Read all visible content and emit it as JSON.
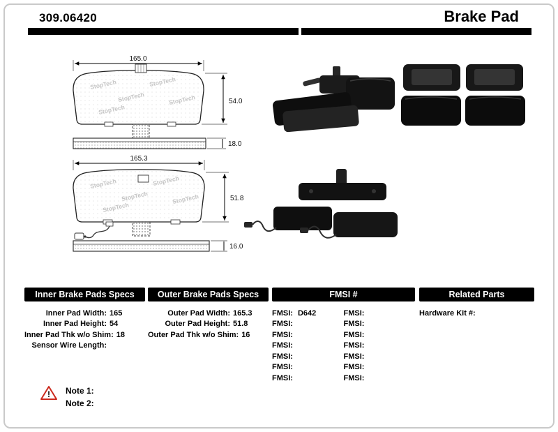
{
  "header": {
    "part_number": "309.06420",
    "product_title": "Brake Pad"
  },
  "diagrams": {
    "watermark": "StopTech",
    "inner": {
      "width": "165.0",
      "height": "54.0",
      "thickness": "18.0"
    },
    "outer": {
      "width": "165.3",
      "height": "51.8",
      "thickness": "16.0"
    }
  },
  "tables": {
    "inner": {
      "title": "Inner Brake Pads Specs",
      "rows": [
        {
          "label": "Inner Pad Width:",
          "value": "165"
        },
        {
          "label": "Inner Pad Height:",
          "value": "54"
        },
        {
          "label": "Inner Pad Thk w/o Shim:",
          "value": "18"
        },
        {
          "label": "Sensor Wire Length:",
          "value": ""
        }
      ]
    },
    "outer": {
      "title": "Outer Brake Pads Specs",
      "rows": [
        {
          "label": "Outer Pad Width:",
          "value": "165.3"
        },
        {
          "label": "Outer Pad Height:",
          "value": "51.8"
        },
        {
          "label": "Outer Pad Thk w/o Shim:",
          "value": "16"
        }
      ]
    },
    "fmsi": {
      "title": "FMSI #",
      "rows": [
        {
          "left_label": "FMSI:",
          "left_value": "D642",
          "right_label": "FMSI:",
          "right_value": ""
        },
        {
          "left_label": "FMSI:",
          "left_value": "",
          "right_label": "FMSI:",
          "right_value": ""
        },
        {
          "left_label": "FMSI:",
          "left_value": "",
          "right_label": "FMSI:",
          "right_value": ""
        },
        {
          "left_label": "FMSI:",
          "left_value": "",
          "right_label": "FMSI:",
          "right_value": ""
        },
        {
          "left_label": "FMSI:",
          "left_value": "",
          "right_label": "FMSI:",
          "right_value": ""
        },
        {
          "left_label": "FMSI:",
          "left_value": "",
          "right_label": "FMSI:",
          "right_value": ""
        },
        {
          "left_label": "FMSI:",
          "left_value": "",
          "right_label": "FMSI:",
          "right_value": ""
        }
      ]
    },
    "related": {
      "title": "Related Parts",
      "rows": [
        {
          "label": "Hardware Kit #:",
          "value": ""
        }
      ]
    }
  },
  "notes": {
    "warning_mark": "!",
    "items": [
      {
        "label": "Note 1:"
      },
      {
        "label": "Note 2:"
      }
    ]
  }
}
